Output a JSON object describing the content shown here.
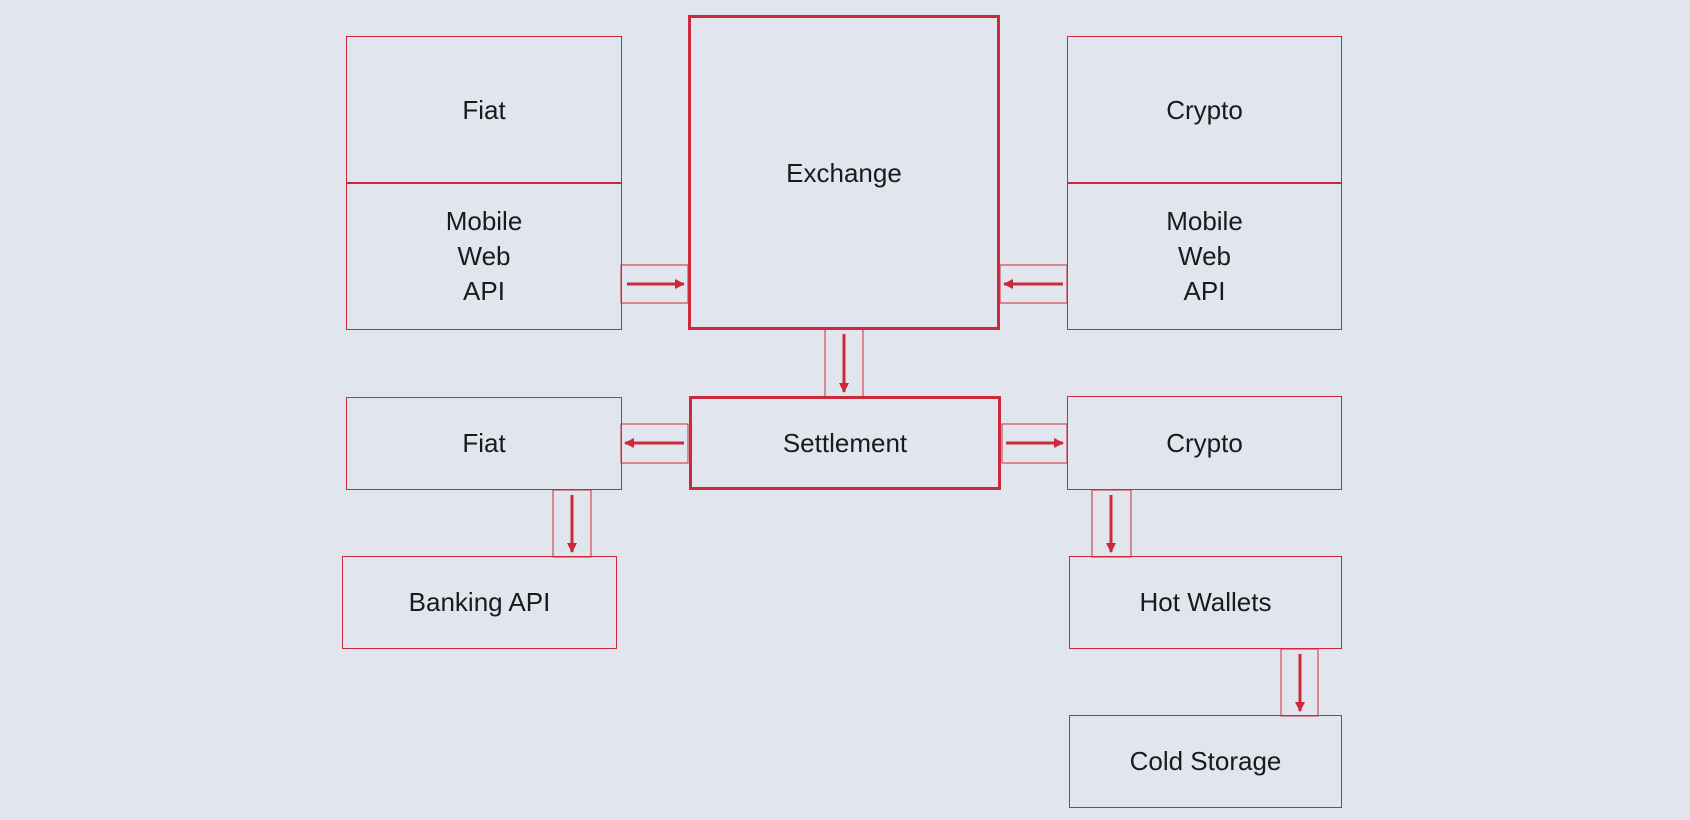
{
  "colors": {
    "accent": "#cc2a3a",
    "background": "#e1e6ee",
    "text": "#1a1a1a"
  },
  "nodes": {
    "fiat_top": "Fiat",
    "fiat_channels": [
      "Mobile",
      "Web",
      "API"
    ],
    "exchange": "Exchange",
    "crypto_top": "Crypto",
    "crypto_channels": [
      "Mobile",
      "Web",
      "API"
    ],
    "settlement": "Settlement",
    "fiat_settle": "Fiat",
    "crypto_settle": "Crypto",
    "banking_api": "Banking API",
    "hot_wallets": "Hot Wallets",
    "cold_storage": "Cold Storage"
  },
  "edges": [
    {
      "from": "fiat_channels",
      "to": "exchange"
    },
    {
      "from": "crypto_channels",
      "to": "exchange"
    },
    {
      "from": "exchange",
      "to": "settlement"
    },
    {
      "from": "settlement",
      "to": "fiat_settle"
    },
    {
      "from": "settlement",
      "to": "crypto_settle"
    },
    {
      "from": "fiat_settle",
      "to": "banking_api"
    },
    {
      "from": "crypto_settle",
      "to": "hot_wallets"
    },
    {
      "from": "hot_wallets",
      "to": "cold_storage"
    }
  ]
}
